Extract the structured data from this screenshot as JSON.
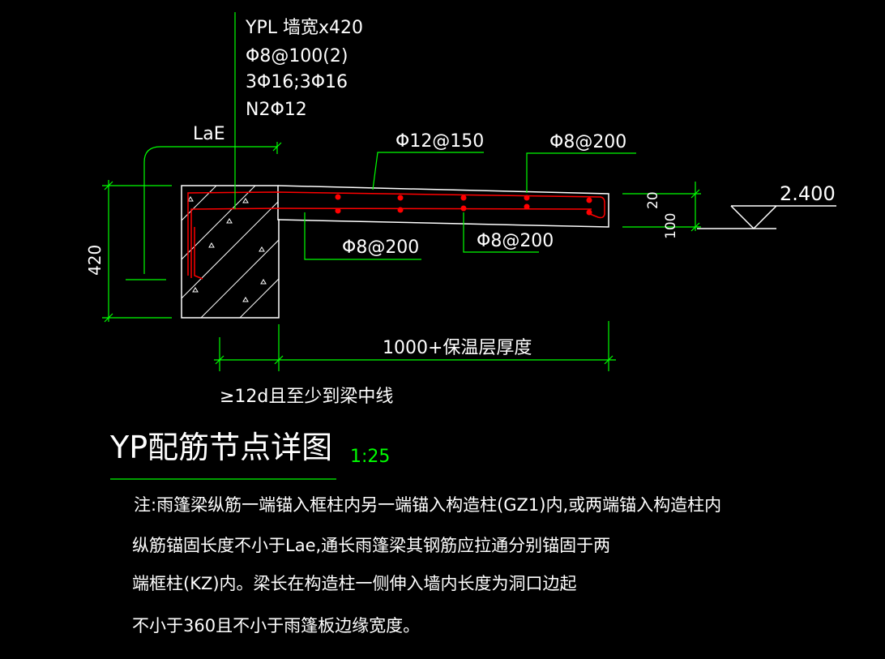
{
  "colors": {
    "background": "#000000",
    "outline": "#ffffff",
    "dimension": "#00ff00",
    "rebar": "#ff0000"
  },
  "beam_label": {
    "line1": "YPL 墙宽x420",
    "line2": "Φ8@100(2)",
    "line3": "3Φ16;3Φ16",
    "line4": "N2Φ12"
  },
  "labels": {
    "lae": "LaE",
    "top_bar_1": "Φ12@150",
    "top_bar_2": "Φ8@200",
    "bottom_bar_1": "Φ8@200",
    "bottom_bar_2": "Φ8@200",
    "elevation": "2.400"
  },
  "dimensions": {
    "height_420": "420",
    "thick_20": "20",
    "thick_100": "100",
    "span": "1000+保温层厚度",
    "anchor_note": "≥12d且至少到梁中线"
  },
  "title": {
    "main": "YP配筋节点详图",
    "scale": "1:25"
  },
  "notes": [
    "注:雨篷梁纵筋一端锚入框柱内另一端锚入构造柱(GZ1)内,或两端锚入构造柱内",
    "纵筋锚固长度不小于Lae,通长雨篷梁其钢筋应拉通分别锚固于两",
    "端框柱(KZ)内。梁长在构造柱一侧伸入墙内长度为洞口边起",
    "不小于360且不小于雨篷板边缘宽度。"
  ]
}
